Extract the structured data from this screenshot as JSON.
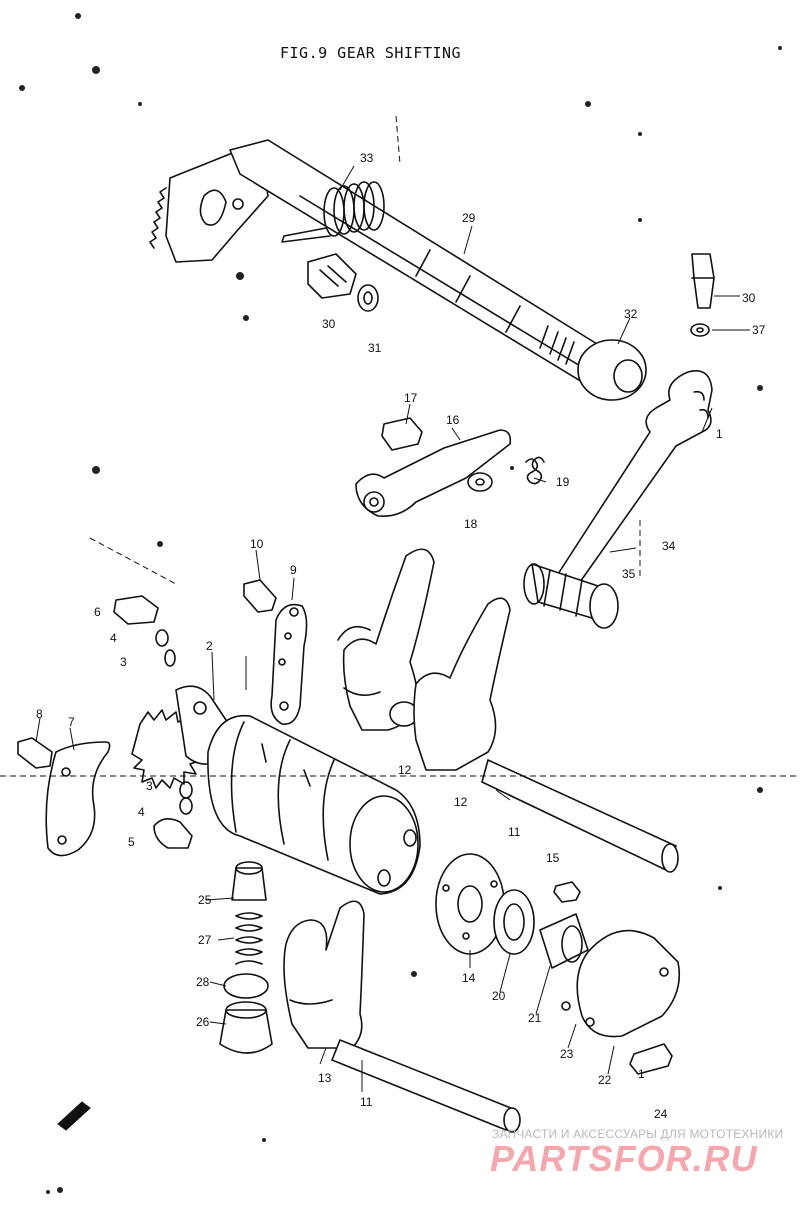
{
  "title": "FIG.9  GEAR SHIFTING",
  "callouts": [
    {
      "id": "c29",
      "text": "29"
    },
    {
      "id": "c33",
      "text": "33"
    },
    {
      "id": "c30a",
      "text": "30"
    },
    {
      "id": "c30b",
      "text": "30"
    },
    {
      "id": "c31",
      "text": "31"
    },
    {
      "id": "c32",
      "text": "32"
    },
    {
      "id": "c37",
      "text": "37"
    },
    {
      "id": "c17",
      "text": "17"
    },
    {
      "id": "c16",
      "text": "16"
    },
    {
      "id": "c18",
      "text": "18"
    },
    {
      "id": "c19",
      "text": "19"
    },
    {
      "id": "c1a",
      "text": "1"
    },
    {
      "id": "c34",
      "text": "34"
    },
    {
      "id": "c35",
      "text": "35"
    },
    {
      "id": "c10",
      "text": "10"
    },
    {
      "id": "c9",
      "text": "9"
    },
    {
      "id": "c6",
      "text": "6"
    },
    {
      "id": "c4a",
      "text": "4"
    },
    {
      "id": "c3a",
      "text": "3"
    },
    {
      "id": "c2",
      "text": "2"
    },
    {
      "id": "c8",
      "text": "8"
    },
    {
      "id": "c7",
      "text": "7"
    },
    {
      "id": "c12a",
      "text": "12"
    },
    {
      "id": "c12b",
      "text": "12"
    },
    {
      "id": "c11a",
      "text": "11"
    },
    {
      "id": "c3b",
      "text": "3"
    },
    {
      "id": "c4b",
      "text": "4"
    },
    {
      "id": "c5",
      "text": "5"
    },
    {
      "id": "c15",
      "text": "15"
    },
    {
      "id": "c25",
      "text": "25"
    },
    {
      "id": "c27",
      "text": "27"
    },
    {
      "id": "c28",
      "text": "28"
    },
    {
      "id": "c26",
      "text": "26"
    },
    {
      "id": "c14",
      "text": "14"
    },
    {
      "id": "c20",
      "text": "20"
    },
    {
      "id": "c21",
      "text": "21"
    },
    {
      "id": "c23",
      "text": "23"
    },
    {
      "id": "c22",
      "text": "22"
    },
    {
      "id": "c1b",
      "text": "1"
    },
    {
      "id": "c13",
      "text": "13"
    },
    {
      "id": "c11b",
      "text": "11"
    },
    {
      "id": "c24",
      "text": "24"
    }
  ],
  "watermark": {
    "tagline": "ЗАПЧАСТИ И АКСЕССУАРЫ ДЛЯ МОТОТЕХНИКИ",
    "logo": "PARTSFOR.RU",
    "logo_color": "#f4a7ad",
    "tagline_color": "#b9b9b9"
  }
}
